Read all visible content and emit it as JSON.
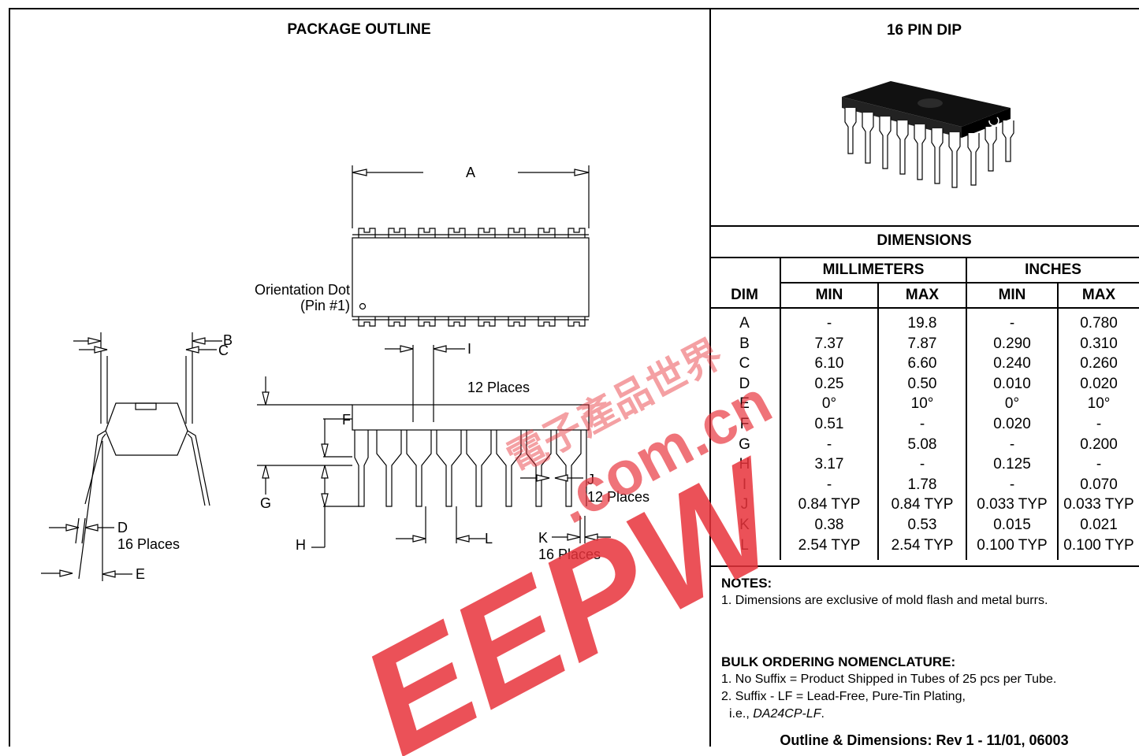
{
  "left": {
    "title": "PACKAGE OUTLINE",
    "labels": {
      "A": "A",
      "B": "B",
      "C": "C",
      "D": "D",
      "E": "E",
      "F": "F",
      "G": "G",
      "H": "H",
      "I": "I",
      "J": "J",
      "K": "K",
      "L": "L",
      "orientation_line1": "Orientation Dot",
      "orientation_line2": "(Pin #1)",
      "i_places": "12 Places",
      "j_places": "12 Places",
      "d_places": "16 Places",
      "k_places": "16 Places"
    }
  },
  "right": {
    "title": "16 PIN DIP",
    "dimensions_title": "DIMENSIONS",
    "headers": {
      "dim": "DIM",
      "mm": "MILLIMETERS",
      "in": "INCHES",
      "min": "MIN",
      "max": "MAX"
    },
    "rows": [
      {
        "dim": "A",
        "mm_min": "-",
        "mm_max": "19.8",
        "in_min": "-",
        "in_max": "0.780"
      },
      {
        "dim": "B",
        "mm_min": "7.37",
        "mm_max": "7.87",
        "in_min": "0.290",
        "in_max": "0.310"
      },
      {
        "dim": "C",
        "mm_min": "6.10",
        "mm_max": "6.60",
        "in_min": "0.240",
        "in_max": "0.260"
      },
      {
        "dim": "D",
        "mm_min": "0.25",
        "mm_max": "0.50",
        "in_min": "0.010",
        "in_max": "0.020"
      },
      {
        "dim": "E",
        "mm_min": "0°",
        "mm_max": "10°",
        "in_min": "0°",
        "in_max": "10°"
      },
      {
        "dim": "F",
        "mm_min": "0.51",
        "mm_max": "-",
        "in_min": "0.020",
        "in_max": "-"
      },
      {
        "dim": "G",
        "mm_min": "-",
        "mm_max": "5.08",
        "in_min": "-",
        "in_max": "0.200"
      },
      {
        "dim": "H",
        "mm_min": "3.17",
        "mm_max": "-",
        "in_min": "0.125",
        "in_max": "-"
      },
      {
        "dim": "I",
        "mm_min": "-",
        "mm_max": "1.78",
        "in_min": "-",
        "in_max": "0.070"
      },
      {
        "dim": "J",
        "mm_min": "0.84 TYP",
        "mm_max": "0.84 TYP",
        "in_min": "0.033 TYP",
        "in_max": "0.033 TYP"
      },
      {
        "dim": "K",
        "mm_min": "0.38",
        "mm_max": "0.53",
        "in_min": "0.015",
        "in_max": "0.021"
      },
      {
        "dim": "L",
        "mm_min": "2.54 TYP",
        "mm_max": "2.54 TYP",
        "in_min": "0.100 TYP",
        "in_max": "0.100 TYP"
      }
    ],
    "notes_title": "NOTES:",
    "note1": "1.  Dimensions are exclusive of mold flash and metal burrs.",
    "bulk_title": "BULK ORDERING NOMENCLATURE:",
    "bulk1": "1. No Suffix  =  Product Shipped in Tubes of 25 pcs per Tube.",
    "bulk2": "2.  Suffix - LF = Lead-Free, Pure-Tin Plating,",
    "bulk3_prefix": "i.e., ",
    "bulk3_part": "DA24CP-LF",
    "bulk3_suffix": ".",
    "footer": "Outline & Dimensions: Rev 1 - 11/01, 06003"
  },
  "watermark": {
    "brand": "EEPW",
    "domain": ".com.cn",
    "chinese": "電子產品世界",
    "color": "#e8333b"
  }
}
